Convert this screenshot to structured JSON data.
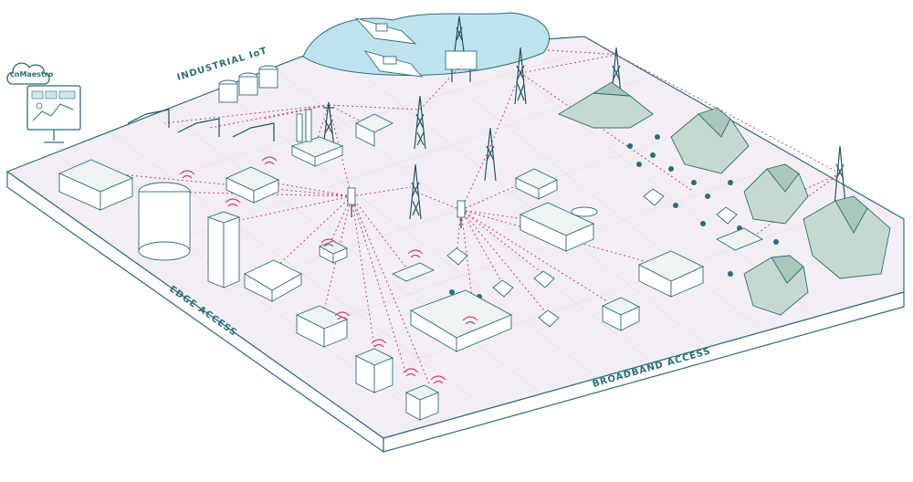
{
  "labels": {
    "industrial": "INDUSTRIAL IoT",
    "edge": "EDGE ACCESS",
    "broadband": "BROADBAND ACCESS",
    "logo": "cnMaestro"
  },
  "colors": {
    "outline": "#2a6e78",
    "link": "#cc3f7a",
    "water": "#bfe3ee",
    "ground": "#f3eef5"
  }
}
